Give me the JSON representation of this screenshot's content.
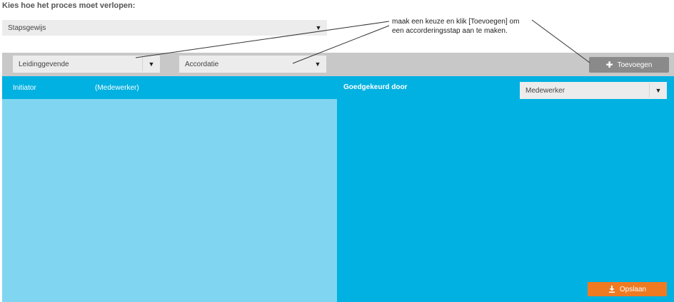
{
  "heading": "Kies hoe het proces moet verlopen:",
  "process_select": {
    "value": "Stapsgewijs"
  },
  "toolbar": {
    "role_select": {
      "value": "Leidinggevende"
    },
    "action_select": {
      "value": "Accordatie"
    },
    "add_button": {
      "label": "Toevoegen",
      "icon": "plus-icon"
    }
  },
  "callout": {
    "line1": "maak een keuze en klik [Toevoegen] om",
    "line2": "een accorderingsstap aan te maken."
  },
  "left_panel": {
    "initiator_label": "Initiator",
    "initiator_value": "(Medewerker)"
  },
  "right_panel": {
    "approved_by_label": "Goedgekeurd door",
    "approver_select": {
      "value": "Medewerker"
    }
  },
  "save_button": {
    "label": "Opslaan",
    "icon": "download-icon"
  },
  "colors": {
    "primary_blue": "#00b1e1",
    "light_blue": "#80d6f0",
    "orange": "#f07a21",
    "toolbar_gray": "#c8c8c8"
  }
}
